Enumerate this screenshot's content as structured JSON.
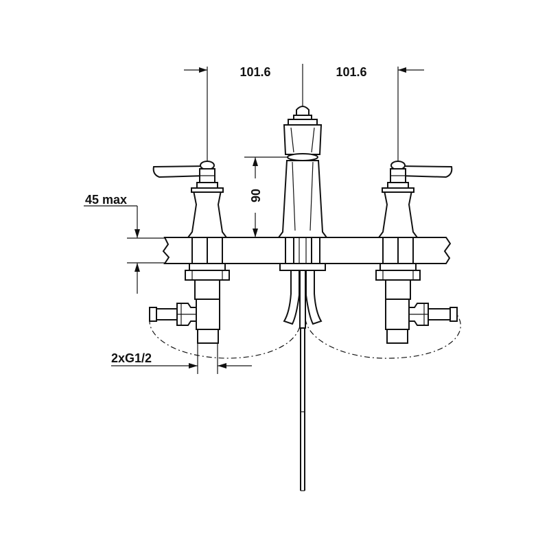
{
  "dimensions": {
    "left_spacing": "101.6",
    "right_spacing": "101.6",
    "spout_height": "90",
    "deck_thickness": "45 max",
    "connection": "2xG1/2"
  }
}
